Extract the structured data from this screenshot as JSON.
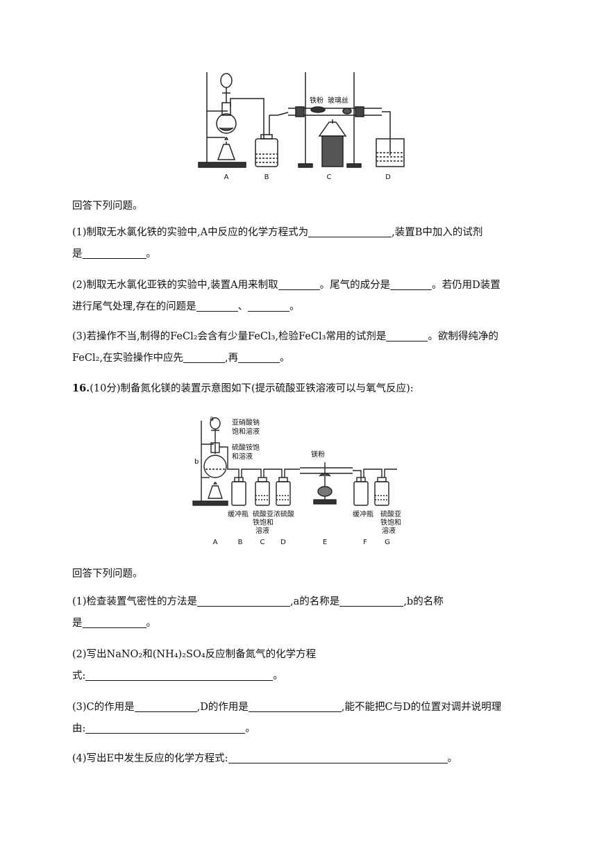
{
  "fig1": {
    "labels": [
      "A",
      "B",
      "C",
      "D"
    ],
    "tube_labels": [
      "铁粉",
      "玻璃丝"
    ]
  },
  "intro1": "回答下列问题。",
  "q1": {
    "p1_a": "(1)制取无水氯化铁的实验中,A中反应的化学方程式为",
    "p1_b": ",装置B中加入的试剂",
    "p1_c": "是",
    "p1_end": "。",
    "p2_a": "(2)制取无水氯化亚铁的实验中,装置A用来制取",
    "p2_b": "。尾气的成分是",
    "p2_c": "。若仍用D装置",
    "p2_d": "进行尾气处理,存在的问题是",
    "p2_sep": "、",
    "p2_end": "。",
    "p3_a": "(3)若操作不当,制得的FeCl₂会含有少量FeCl₃,检验FeCl₃常用的试剂是",
    "p3_b": "。欲制得纯净的",
    "p3_c": "FeCl₂,在实验操作中应先",
    "p3_d": ",再",
    "p3_end": "。"
  },
  "q16": {
    "num": "16.",
    "text": "(10分)制备氮化镁的装置示意图如下(提示硫酸亚铁溶液可以与氧气反应):"
  },
  "fig2": {
    "labels": [
      "A",
      "B",
      "C",
      "D",
      "E",
      "F",
      "G"
    ],
    "reagent_a1": "亚硝酸钠",
    "reagent_a2": "饱和溶液",
    "reagent_b1": "硫酸铵饱",
    "reagent_b2": "和溶液",
    "reagent_mg": "镁粉",
    "mark_b": "b",
    "mark_a": "a",
    "bottle_b": "缓冲瓶",
    "bottle_c1": "硫酸亚",
    "bottle_c2": "铁饱和",
    "bottle_c3": "溶液",
    "bottle_d": "浓硫酸",
    "bottle_f": "缓冲瓶",
    "bottle_g1": "硫酸亚",
    "bottle_g2": "铁饱和",
    "bottle_g3": "溶液"
  },
  "intro2": "回答下列问题。",
  "q2": {
    "p1_a": "(1)检查装置气密性的方法是",
    "p1_b": ",a的名称是",
    "p1_c": ",b的名称",
    "p1_d": "是",
    "p1_end": "。",
    "p2_a": "(2)写出NaNO₂和(NH₄)₂SO₄反应制备氮气的化学方程",
    "p2_b": "式:",
    "p2_end": "。",
    "p3_a": "(3)C的作用是",
    "p3_b": ",D的作用是",
    "p3_c": ",能不能把C与D的位置对调并说明理",
    "p3_d": "由:",
    "p3_end": "。",
    "p4_a": "(4)写出E中发生反应的化学方程式:",
    "p4_end": "。"
  }
}
